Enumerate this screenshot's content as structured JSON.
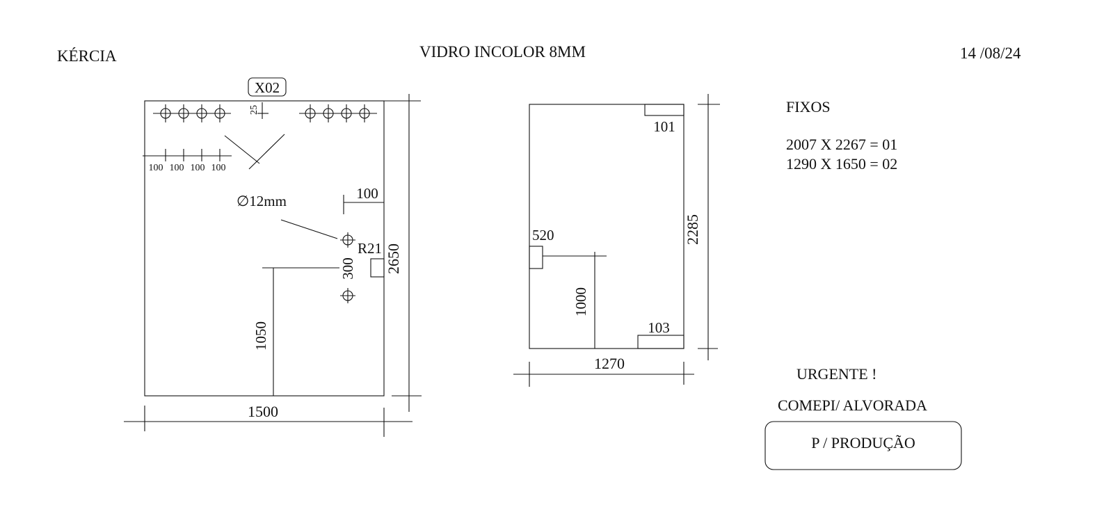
{
  "header": {
    "client": "KÉRCIA",
    "material": "VIDRO INCOLOR 8MM",
    "date": "14 /08/24"
  },
  "piece1": {
    "tag": "X02",
    "small_dim": "25",
    "hole_spacing": [
      "100",
      "100",
      "100",
      "100"
    ],
    "hole_diameter": "∅12mm",
    "edge_offset": "100",
    "radius": "R21",
    "vertical_spacing": "300",
    "height_to_mark": "1050",
    "height": "2650",
    "width": "1500"
  },
  "piece2": {
    "notch_top": "101",
    "notch_side": "520",
    "notch_bottom": "103",
    "height_to_mark": "1000",
    "height": "2285",
    "width": "1270"
  },
  "notes": {
    "section_title": "FIXOS",
    "lines": [
      "2007 X 2267 = 01",
      "1290 X 1650 = 02"
    ],
    "urgent": "URGENTE !",
    "location": "COMEPI/ ALVORADA",
    "stamp": "P / PRODUÇÃO"
  },
  "colors": {
    "ink": "#111111",
    "background": "#ffffff"
  }
}
